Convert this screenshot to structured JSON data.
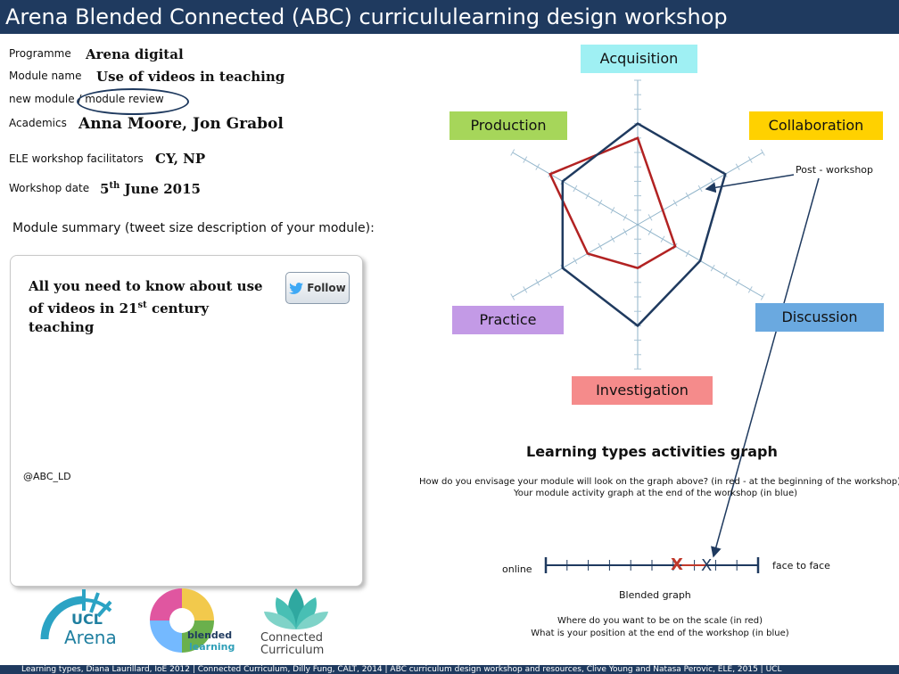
{
  "header": {
    "title": "Arena Blended Connected (ABC) curricululearning design workshop"
  },
  "form": {
    "programme_label": "Programme",
    "programme_value": "Arena digital",
    "module_label": "Module name",
    "module_value": "Use of videos in teaching",
    "module_type": "new module / module review",
    "academics_label": "Academics",
    "academics_value": "Anna Moore, Jon Grabol",
    "facilitators_label": "ELE workshop facilitators",
    "facilitators_value": "CY, NP",
    "date_label": "Workshop date",
    "date_day": "5",
    "date_suffix": "th",
    "date_rest": " June 2015"
  },
  "summary": {
    "title": "Module summary (tweet size description of your module):",
    "tweet_part1": "All you need to know about use of videos in 21",
    "tweet_sup": "st",
    "tweet_part2": " century teaching",
    "follow_label": "Follow",
    "handle": "@ABC_LD"
  },
  "radar": {
    "categories": {
      "acquisition": "Acquisition",
      "collaboration": "Collaboration",
      "discussion": "Discussion",
      "investigation": "Investigation",
      "practice": "Practice",
      "production": "Production"
    },
    "category_colors": {
      "acquisition": "#9ff0f3",
      "collaboration": "#ffd100",
      "discussion": "#6aa9e0",
      "investigation": "#f58b8b",
      "practice": "#c39ae6",
      "production": "#a6d65a"
    },
    "post_label": "Post - workshop",
    "title": "Learning types activities graph",
    "instruction1": "How do you envisage your module will look on the graph above? (in red - at the beginning of the workshop)",
    "instruction2": "Your module activity graph at the end of the workshop (in blue)"
  },
  "chart_data": {
    "type": "radar",
    "axes": [
      "Acquisition",
      "Collaboration",
      "Discussion",
      "Investigation",
      "Practice",
      "Production"
    ],
    "max": 10,
    "series": [
      {
        "color": "#b22222",
        "values": [
          6,
          2,
          3,
          3,
          4,
          7
        ]
      },
      {
        "color": "#1f3a5f",
        "values": [
          7,
          7,
          5,
          7,
          6,
          6
        ]
      }
    ]
  },
  "scale": {
    "left_label": "online",
    "right_label": "face to face",
    "title": "Blended graph",
    "ticks": 10,
    "red_position": 0.64,
    "blue_position": 0.76,
    "marker_red": "X",
    "marker_blue": "X",
    "question1": "Where do you want to be on the scale (in red)",
    "question2": "What is your position at the end of the workshop (in blue)"
  },
  "logos": {
    "ucl_top": "UCL",
    "ucl_bottom": "Arena",
    "blended_top": "blended",
    "blended_bottom": "learning",
    "connected_top": "Connected",
    "connected_bottom": "Curriculum"
  },
  "footer": {
    "text": "Learning types, Diana Laurillard, IoE 2012 | Connected Curriculum, Dilly Fung, CALT, 2014 | ABC curriculum design workshop and resources, Clive Young and Natasa Perovic, ELE, 2015 | UCL"
  }
}
